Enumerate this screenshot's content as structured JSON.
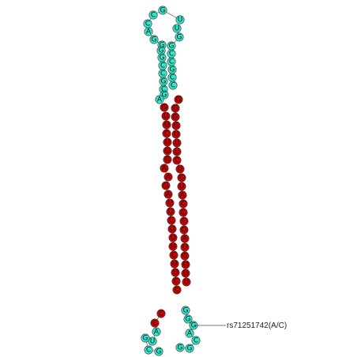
{
  "diagram": {
    "type": "rna-secondary-structure",
    "colors": {
      "unpaired_region": "#33e6cc",
      "mature_region": "#cc0000",
      "outline": "#333333",
      "background": "#ffffff"
    },
    "snp_label": "rs71251742(A/C)",
    "top_loop": [
      "G",
      "G",
      "A",
      "C",
      "C",
      "G",
      "U"
    ],
    "top_stem_left": [
      "G",
      "G",
      "C",
      "C",
      "G",
      "C",
      "G",
      "A"
    ],
    "top_stem_right": [
      "U",
      "G",
      "G",
      "C",
      "C",
      "G",
      "C",
      "C"
    ],
    "red_stem_left": [
      "G",
      "U",
      "U",
      "C",
      "U",
      "G",
      "G",
      "A",
      "A",
      "G",
      "A",
      "U",
      "U",
      "C",
      "U",
      "U",
      "U",
      "C",
      "U",
      "U",
      "C",
      "C"
    ],
    "red_stem_right": [
      "G",
      "G",
      "G",
      "G",
      "U",
      "U",
      "U",
      "C",
      "U",
      "G",
      "U",
      "A",
      "C",
      "C",
      "C",
      "G",
      "A",
      "U",
      "G",
      "U",
      "U",
      "U"
    ],
    "bottom_left_loop": [
      "C",
      "C",
      "A",
      "U",
      "G",
      "C",
      "G"
    ],
    "bottom_right_loop": [
      "G",
      "G",
      "G",
      "A",
      "C",
      "G",
      "G"
    ]
  }
}
